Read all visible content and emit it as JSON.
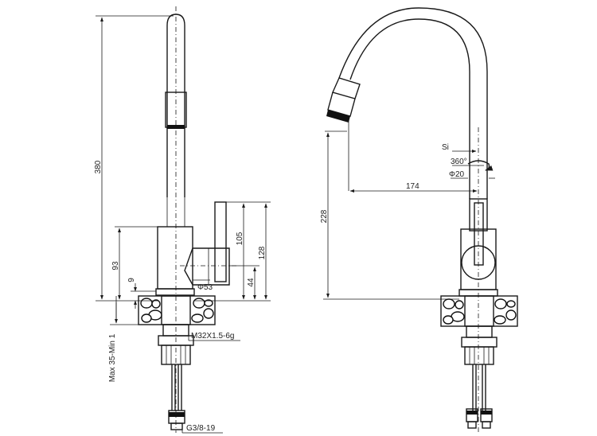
{
  "left_view": {
    "dim_height_total": "380",
    "dim_body_height": "93",
    "dim_lever_height": "105",
    "dim_lever_top": "128",
    "dim_small_gap": "9",
    "dim_lever_offset": "44",
    "dim_body_diameter": "Φ53",
    "dim_thread": "M32X1.5-6g",
    "dim_counter_thickness": "Max 35-Min 1",
    "dim_hose_connector": "G3/8-19"
  },
  "right_view": {
    "dim_spout_height": "228",
    "dim_spout_reach": "174",
    "dim_swivel": "360°",
    "dim_spout_diameter": "Φ20",
    "dim_section_label": "Si"
  }
}
